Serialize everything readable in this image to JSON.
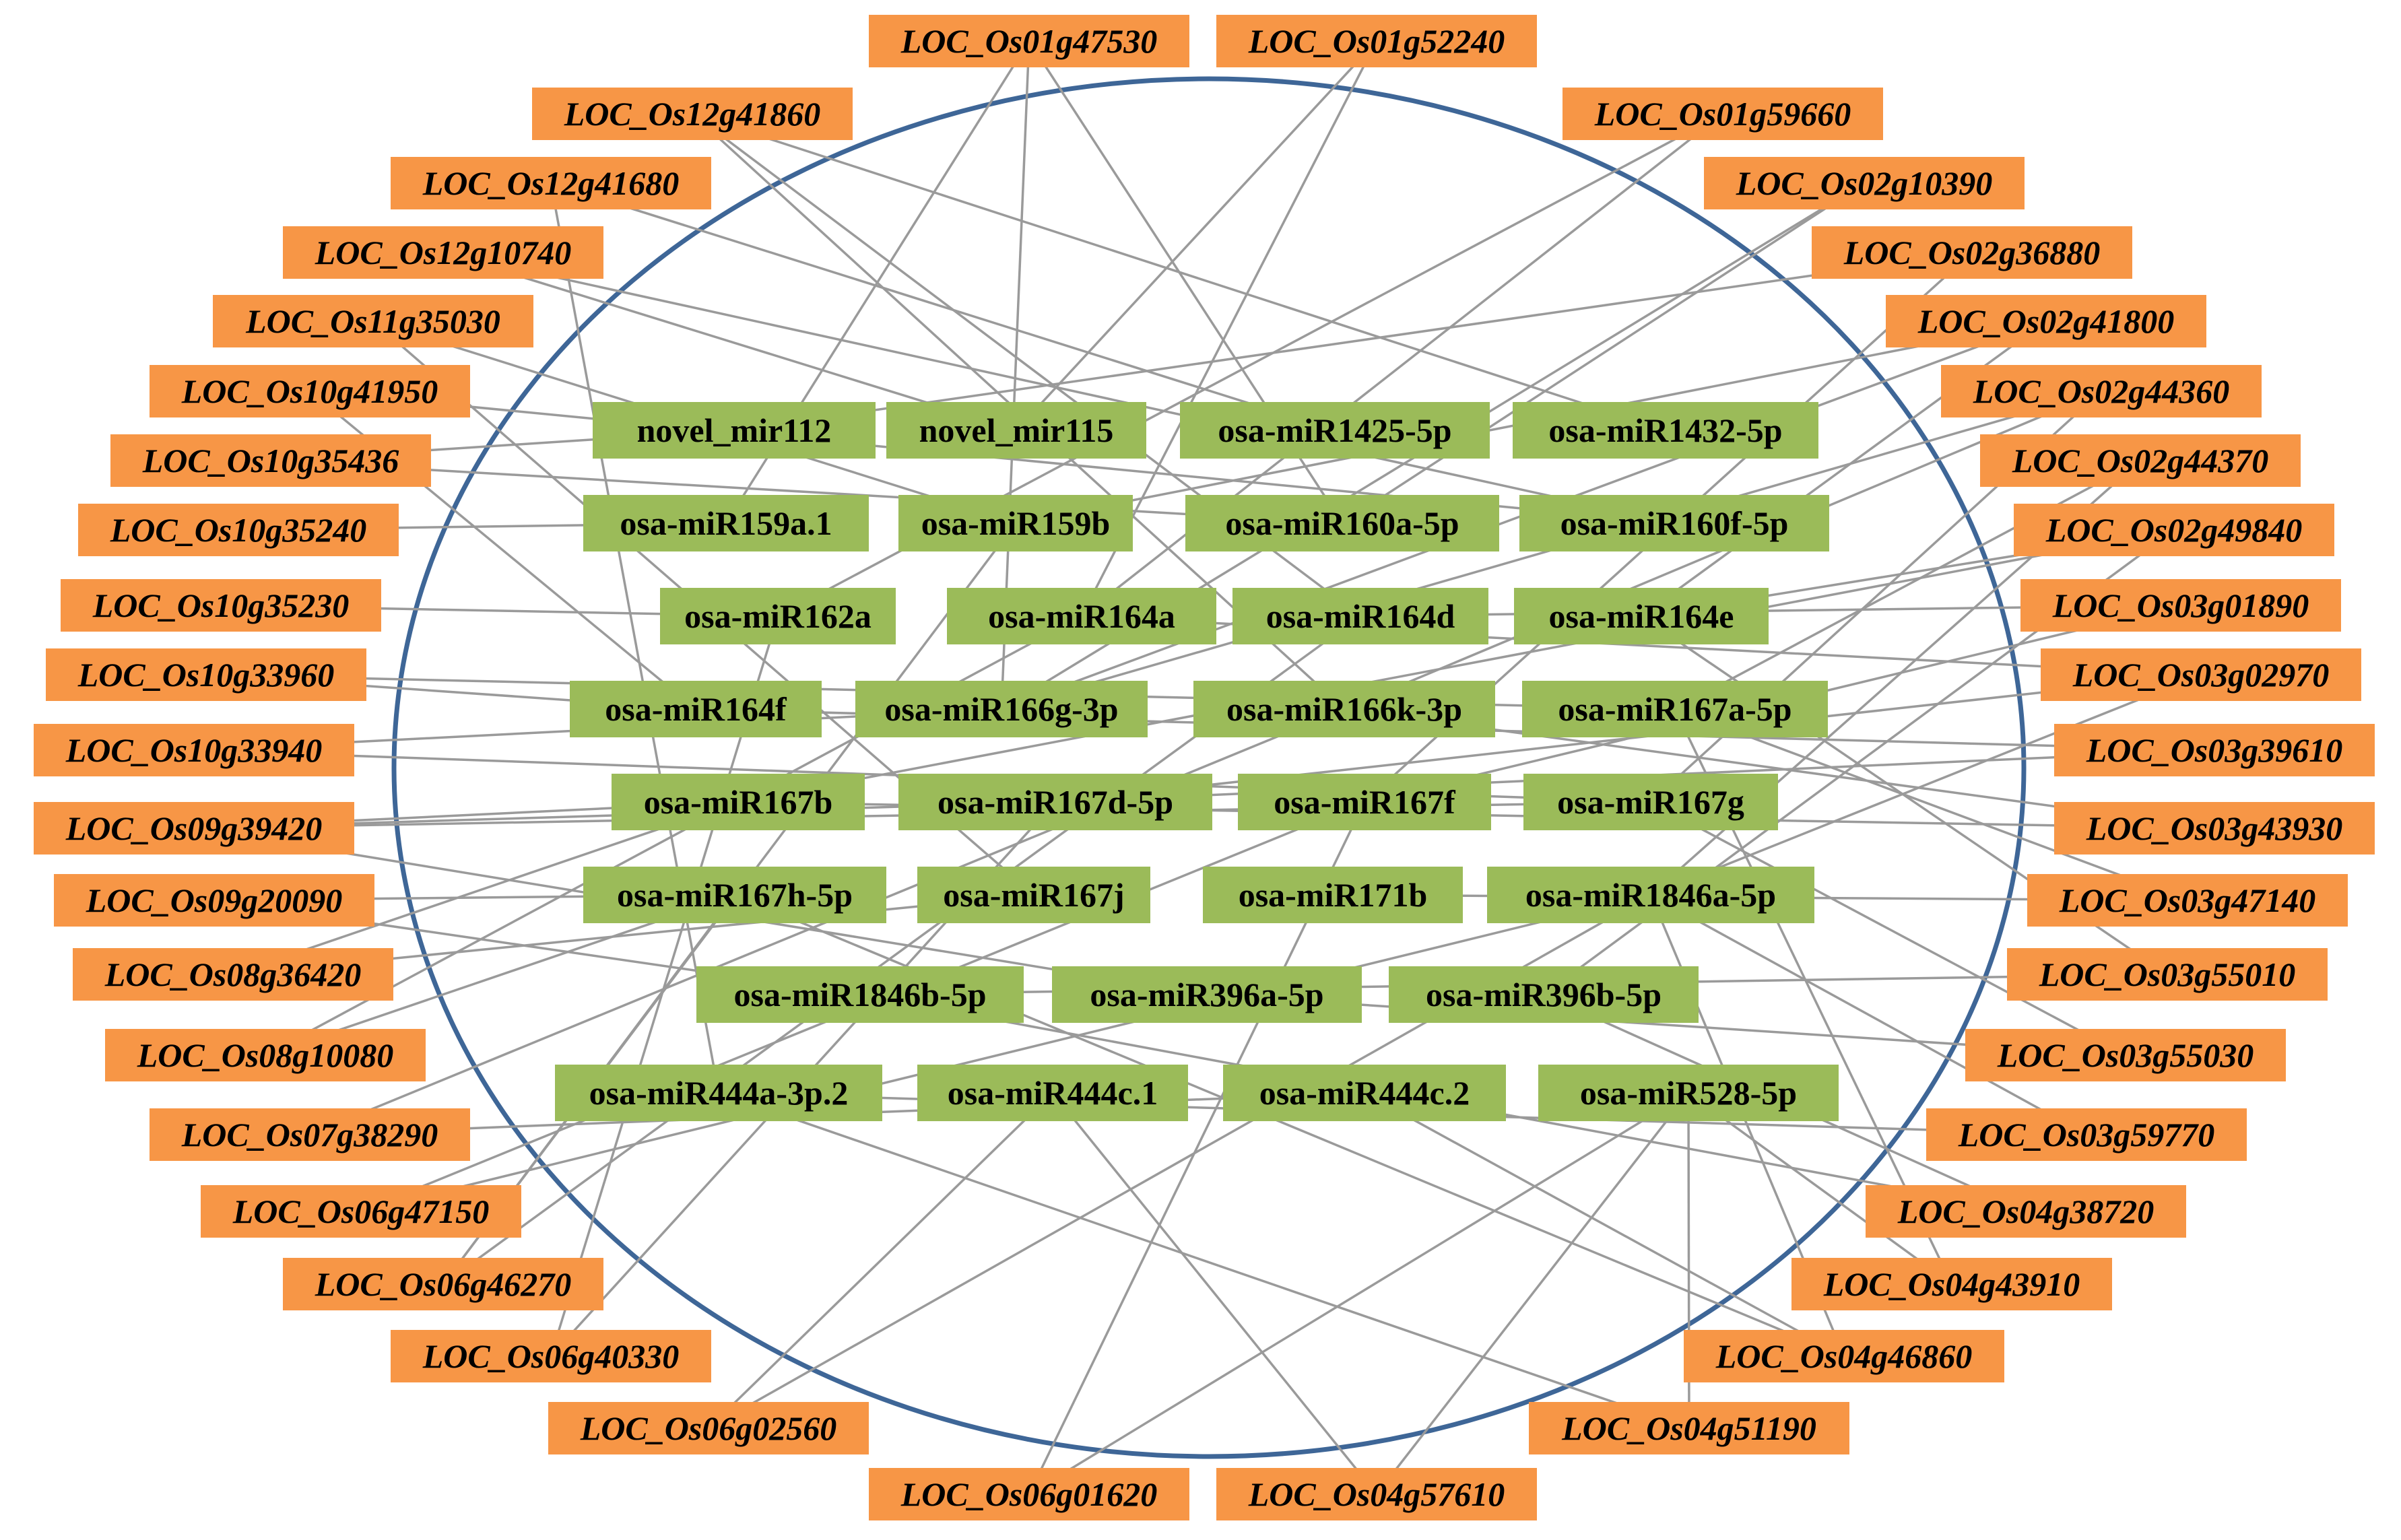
{
  "colors": {
    "mirna_fill": "#9bbb59",
    "gene_fill": "#f79646",
    "edge": "#9a9a9a",
    "circle": "#3e6697"
  },
  "mirnas": [
    "novel_mir112",
    "novel_mir115",
    "osa-miR1425-5p",
    "osa-miR1432-5p",
    "osa-miR159a.1",
    "osa-miR159b",
    "osa-miR160a-5p",
    "osa-miR160f-5p",
    "osa-miR162a",
    "osa-miR164a",
    "osa-miR164d",
    "osa-miR164e",
    "osa-miR164f",
    "osa-miR166g-3p",
    "osa-miR166k-3p",
    "osa-miR167a-5p",
    "osa-miR167b",
    "osa-miR167d-5p",
    "osa-miR167f",
    "osa-miR167g",
    "osa-miR167h-5p",
    "osa-miR167j",
    "osa-miR171b",
    "osa-miR1846a-5p",
    "osa-miR1846b-5p",
    "osa-miR396a-5p",
    "osa-miR396b-5p",
    "osa-miR444a-3p.2",
    "osa-miR444c.1",
    "osa-miR444c.2",
    "osa-miR528-5p"
  ],
  "genes": [
    "LOC_Os01g47530",
    "LOC_Os01g52240",
    "LOC_Os12g41860",
    "LOC_Os01g59660",
    "LOC_Os12g41680",
    "LOC_Os02g10390",
    "LOC_Os12g10740",
    "LOC_Os02g36880",
    "LOC_Os11g35030",
    "LOC_Os02g41800",
    "LOC_Os10g41950",
    "LOC_Os02g44360",
    "LOC_Os10g35436",
    "LOC_Os02g44370",
    "LOC_Os10g35240",
    "LOC_Os02g49840",
    "LOC_Os10g35230",
    "LOC_Os03g01890",
    "LOC_Os10g33960",
    "LOC_Os03g02970",
    "LOC_Os10g33940",
    "LOC_Os03g39610",
    "LOC_Os09g39420",
    "LOC_Os03g43930",
    "LOC_Os09g20090",
    "LOC_Os03g47140",
    "LOC_Os08g36420",
    "LOC_Os03g55010",
    "LOC_Os08g10080",
    "LOC_Os03g55030",
    "LOC_Os07g38290",
    "LOC_Os03g59770",
    "LOC_Os06g47150",
    "LOC_Os04g38720",
    "LOC_Os06g46270",
    "LOC_Os04g43910",
    "LOC_Os06g40330",
    "LOC_Os04g46860",
    "LOC_Os06g02560",
    "LOC_Os04g51190",
    "LOC_Os06g01620",
    "LOC_Os04g57610"
  ],
  "edges": [
    [
      "LOC_Os01g47530",
      "osa-miR159a.1"
    ],
    [
      "LOC_Os01g47530",
      "osa-miR166g-3p"
    ],
    [
      "LOC_Os01g52240",
      "novel_mir115"
    ],
    [
      "LOC_Os01g52240",
      "osa-miR164a"
    ],
    [
      "LOC_Os12g41860",
      "osa-miR164d"
    ],
    [
      "LOC_Os12g41860",
      "osa-miR166k-3p"
    ],
    [
      "LOC_Os01g59660",
      "osa-miR164a"
    ],
    [
      "LOC_Os01g59660",
      "osa-miR162a"
    ],
    [
      "LOC_Os12g41680",
      "osa-miR1425-5p"
    ],
    [
      "LOC_Os12g41680",
      "osa-miR444a-3p.2"
    ],
    [
      "LOC_Os02g10390",
      "osa-miR160a-5p"
    ],
    [
      "LOC_Os02g10390",
      "osa-miR166g-3p"
    ],
    [
      "LOC_Os12g10740",
      "novel_mir115"
    ],
    [
      "LOC_Os12g10740",
      "osa-miR160f-5p"
    ],
    [
      "LOC_Os02g36880",
      "novel_mir112"
    ],
    [
      "LOC_Os02g36880",
      "osa-miR167f"
    ],
    [
      "LOC_Os11g35030",
      "osa-miR159b"
    ],
    [
      "LOC_Os11g35030",
      "osa-miR167j"
    ],
    [
      "LOC_Os02g41800",
      "osa-miR166g-3p"
    ],
    [
      "LOC_Os02g41800",
      "osa-miR164e"
    ],
    [
      "LOC_Os10g41950",
      "osa-miR160f-5p"
    ],
    [
      "LOC_Os10g41950",
      "osa-miR164f"
    ],
    [
      "LOC_Os02g44360",
      "osa-miR166k-3p"
    ],
    [
      "LOC_Os02g44360",
      "osa-miR167g"
    ],
    [
      "LOC_Os10g35436",
      "novel_mir112"
    ],
    [
      "LOC_Os02g44370",
      "osa-miR167a-5p"
    ],
    [
      "LOC_Os02g44370",
      "osa-miR1846a-5p"
    ],
    [
      "LOC_Os10g35240",
      "osa-miR159a.1"
    ],
    [
      "LOC_Os02g49840",
      "osa-miR164e"
    ],
    [
      "LOC_Os02g49840",
      "osa-miR396b-5p"
    ],
    [
      "LOC_Os10g35230",
      "osa-miR162a"
    ],
    [
      "LOC_Os03g01890",
      "osa-miR164d"
    ],
    [
      "LOC_Os03g01890",
      "osa-miR167f"
    ],
    [
      "LOC_Os10g33960",
      "osa-miR164f"
    ],
    [
      "LOC_Os10g33960",
      "osa-miR167a-5p"
    ],
    [
      "LOC_Os03g02970",
      "osa-miR164a"
    ],
    [
      "LOC_Os03g02970",
      "osa-miR167d-5p"
    ],
    [
      "LOC_Os10g33940",
      "osa-miR166g-3p"
    ],
    [
      "LOC_Os03g39610",
      "osa-miR167d-5p"
    ],
    [
      "LOC_Os03g39610",
      "osa-miR164f"
    ],
    [
      "LOC_Os09g39420",
      "osa-miR167b"
    ],
    [
      "LOC_Os09g39420",
      "osa-miR167g"
    ],
    [
      "LOC_Os09g39420",
      "osa-miR167d-5p"
    ],
    [
      "LOC_Os09g39420",
      "osa-miR396a-5p"
    ],
    [
      "LOC_Os03g43930",
      "osa-miR167b"
    ],
    [
      "LOC_Os03g43930",
      "osa-miR166k-3p"
    ],
    [
      "LOC_Os09g20090",
      "osa-miR167h-5p"
    ],
    [
      "LOC_Os09g20090",
      "osa-miR1846b-5p"
    ],
    [
      "LOC_Os03g47140",
      "osa-miR171b"
    ],
    [
      "LOC_Os03g47140",
      "osa-miR167a-5p"
    ],
    [
      "LOC_Os08g36420",
      "osa-miR167j"
    ],
    [
      "LOC_Os08g36420",
      "osa-miR167b"
    ],
    [
      "LOC_Os03g55010",
      "osa-miR1846b-5p"
    ],
    [
      "LOC_Os03g55010",
      "osa-miR164e"
    ],
    [
      "LOC_Os08g10080",
      "osa-miR164a"
    ],
    [
      "LOC_Os08g10080",
      "osa-miR167h-5p"
    ],
    [
      "LOC_Os03g55030",
      "osa-miR396a-5p"
    ],
    [
      "LOC_Os03g55030",
      "osa-miR167g"
    ],
    [
      "LOC_Os07g38290",
      "osa-miR444c.2"
    ],
    [
      "LOC_Os07g38290",
      "osa-miR166k-3p"
    ],
    [
      "LOC_Os03g59770",
      "osa-miR1846a-5p"
    ],
    [
      "LOC_Os03g59770",
      "osa-miR444a-3p.2"
    ],
    [
      "LOC_Os06g47150",
      "osa-miR1846a-5p"
    ],
    [
      "LOC_Os06g47150",
      "osa-miR167f"
    ],
    [
      "LOC_Os04g38720",
      "osa-miR396b-5p"
    ],
    [
      "LOC_Os04g38720",
      "osa-miR1846b-5p"
    ],
    [
      "LOC_Os06g46270",
      "osa-miR167h-5p"
    ],
    [
      "LOC_Os06g46270",
      "osa-miR164d"
    ],
    [
      "LOC_Os04g43910",
      "osa-miR528-5p"
    ],
    [
      "LOC_Os04g43910",
      "osa-miR167a-5p"
    ],
    [
      "LOC_Os06g40330",
      "osa-miR162a"
    ],
    [
      "LOC_Os06g40330",
      "osa-miR167d-5p"
    ],
    [
      "LOC_Os04g46860",
      "osa-miR1846a-5p"
    ],
    [
      "LOC_Os04g46860",
      "osa-miR167h-5p"
    ],
    [
      "LOC_Os06g02560",
      "osa-miR444c.1"
    ],
    [
      "LOC_Os06g02560",
      "osa-miR1846a-5p"
    ],
    [
      "LOC_Os04g51190",
      "osa-miR444a-3p.2"
    ],
    [
      "LOC_Os04g51190",
      "osa-miR528-5p"
    ],
    [
      "LOC_Os06g01620",
      "osa-miR528-5p"
    ],
    [
      "LOC_Os06g01620",
      "osa-miR167f"
    ],
    [
      "LOC_Os04g57610",
      "osa-miR444c.1"
    ],
    [
      "LOC_Os04g57610",
      "osa-miR528-5p"
    ],
    [
      "LOC_Os01g47530",
      "osa-miR160a-5p"
    ],
    [
      "LOC_Os12g41860",
      "osa-miR1432-5p"
    ],
    [
      "LOC_Os02g41800",
      "osa-miR159b"
    ],
    [
      "LOC_Os10g35436",
      "osa-miR160a-5p"
    ],
    [
      "LOC_Os02g44360",
      "osa-miR166g-3p"
    ],
    [
      "LOC_Os03g02970",
      "osa-miR1846a-5p"
    ],
    [
      "LOC_Os10g33940",
      "osa-miR167g"
    ],
    [
      "LOC_Os06g46270",
      "osa-miR159b"
    ],
    [
      "LOC_Os04g46860",
      "osa-miR444c.2"
    ],
    [
      "LOC_Os02g49840",
      "osa-miR167b"
    ]
  ]
}
